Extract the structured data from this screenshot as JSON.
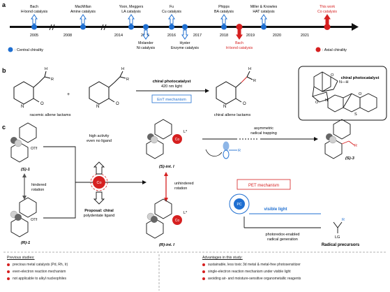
{
  "panel_a": {
    "label": "a",
    "events": [
      {
        "top": "Bach",
        "bottom": "H-bond catalysis"
      },
      {
        "top": "MacMillan",
        "bottom": "Amine catalysis"
      },
      {
        "top": "Yoon, Meggers",
        "bottom": "LA catalysis"
      },
      {
        "top": "Fu",
        "bottom": "Cu catalysis"
      },
      {
        "top": "Phipps",
        "bottom": "BA catalysis"
      },
      {
        "top": "Miller & Knowles",
        "bottom": "HAT catalysis"
      },
      {
        "top": "This work",
        "bottom": "Co catalysis"
      }
    ],
    "below_events": [
      {
        "top": "Molander",
        "bottom": "Ni catalysis"
      },
      {
        "top": "Hyster",
        "bottom": "Enzyme catalysis"
      },
      {
        "top": "Bach",
        "bottom": "H-bond catalysis"
      }
    ],
    "years": [
      "2005",
      "2008",
      "2014",
      "2015",
      "2016",
      "2017",
      "2018",
      "2019",
      "2020",
      "2021"
    ],
    "legend_central": ": Central chirality",
    "legend_axial": ": Axial chirality",
    "colors": {
      "central": "#1f6fd1",
      "axial": "#d62020"
    }
  },
  "panel_b": {
    "label": "b",
    "catalyst_top": "chiral photocatalyst",
    "wavelength": "420 nm light",
    "mechanism": "EnT mechanism",
    "left_caption": "racemic allene lactams",
    "right_caption": "chiral allene lactams",
    "catalyst_box_title": "chiral photocatalyst",
    "plus": "+",
    "nh": "N—H",
    "H": "H",
    "R": "R",
    "O": "O",
    "N": "N",
    "S": "S"
  },
  "panel_c": {
    "label": "c",
    "high_activity": [
      "high activity",
      "even no ligand"
    ],
    "hindered": [
      "hindered",
      "rotation"
    ],
    "unhindered": [
      "unhindered",
      "rotation"
    ],
    "proposal": [
      "Proposal: chiral",
      "polydentate ligand"
    ],
    "asym": [
      "asymmetric",
      "radical trapping"
    ],
    "pet": "PET mechanism",
    "visible_light": "visible light",
    "photoredox": [
      "photoredox-enabled",
      "radical generation"
    ],
    "radical_precursors": "Radical precursors",
    "s1": "(S)-1",
    "r1": "(R)-1",
    "s_int": "(S)-int. I",
    "r_int": "(R)-int. I",
    "s3": "(S)-3",
    "otf": "OTf",
    "co": "Co",
    "pc": "PC",
    "lstar": "L*",
    "lg": "LG",
    "r": "R"
  },
  "previous": {
    "title": "Previous studies:",
    "items": [
      "precious metal catalysts (Pd, Rh, Ir)",
      "even-electron reaction mechanism",
      "not applicable to alkyl nucleophiles"
    ]
  },
  "advantages": {
    "title": "Advantages in this study:",
    "items": [
      "sustainable, less toxic 3d metal & metal-free photosensitizer",
      "single-electron reaction mechanism under visible light",
      "avoiding air- and moisture-sensitive organometallic reagents"
    ]
  }
}
